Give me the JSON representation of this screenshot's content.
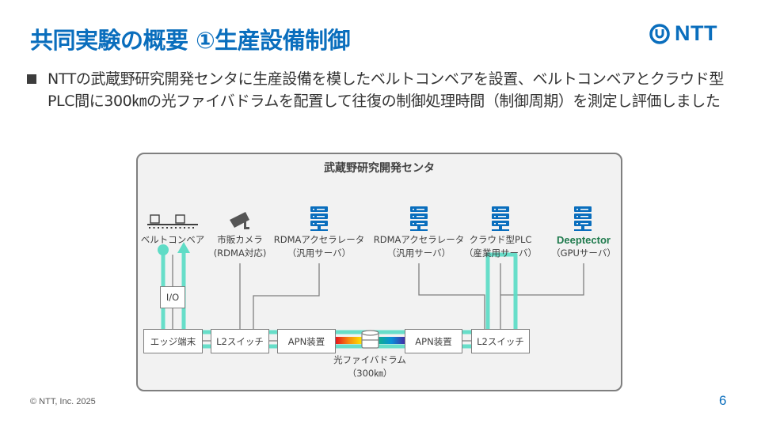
{
  "header": {
    "title": "共同実験の概要 ①生産設備制御",
    "logo_text": "NTT"
  },
  "bullet": {
    "text": "NTTの武蔵野研究開発センタに生産設備を模したベルトコンベアを設置、ベルトコンベアとクラウド型PLC間に300㎞の光ファイバドラムを配置して往復の制御処理時間（制御周期）を測定し評価しました"
  },
  "diagram": {
    "panel_title": "武蔵野研究開発センタ",
    "nodes": {
      "conveyor": {
        "label": "ベルトコンベア",
        "icon": "conveyor-icon"
      },
      "camera": {
        "label1": "市販カメラ",
        "label2": "(RDMA対応)",
        "icon": "camera-icon"
      },
      "rdma1": {
        "label1": "RDMAアクセラレータ",
        "label2": "（汎用サーバ）",
        "icon": "server-icon"
      },
      "rdma2": {
        "label1": "RDMAアクセラレータ",
        "label2": "（汎用サーバ）",
        "icon": "server-icon"
      },
      "plc": {
        "label1": "クラウド型PLC",
        "label2": "（産業用サーバ）",
        "icon": "server-icon"
      },
      "gpu": {
        "brand": "Deeptector",
        "label2": "（GPUサーバ）",
        "icon": "server-icon"
      }
    },
    "boxes": {
      "io": "I/O",
      "edge": "エッジ端末",
      "l2_left": "L2スイッチ",
      "apn_left": "APN装置",
      "apn_right": "APN装置",
      "l2_right": "L2スイッチ"
    },
    "fiber": {
      "label1": "光ファイバドラム",
      "label2": "（300㎞）"
    },
    "colors": {
      "accent": "#0a6ebd",
      "path": "#5fdcc6",
      "line": "#7f7f7f",
      "deeptector": "#1f7a4d"
    }
  },
  "footer": {
    "copyright": "© NTT, Inc.  2025",
    "page": "6"
  }
}
